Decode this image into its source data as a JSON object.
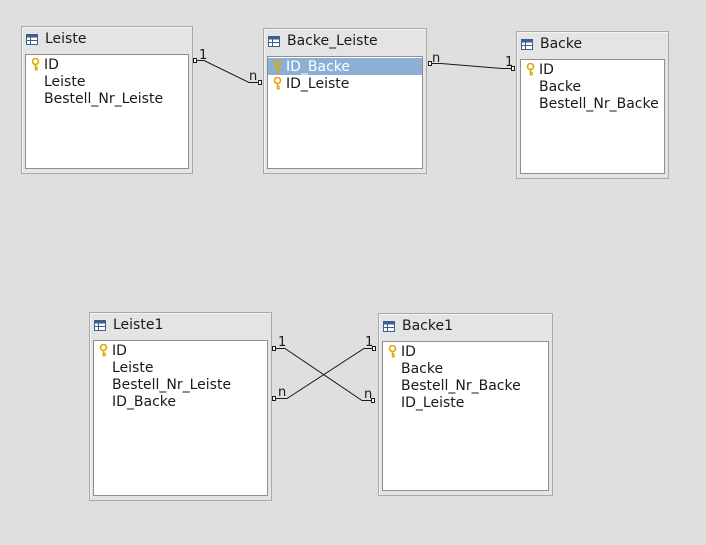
{
  "tables": [
    {
      "id": "leiste",
      "title": "Leiste",
      "fields": [
        {
          "name": "ID",
          "key": true,
          "selected": false
        },
        {
          "name": "Leiste",
          "key": false,
          "selected": false
        },
        {
          "name": "Bestell_Nr_Leiste",
          "key": false,
          "selected": false
        }
      ]
    },
    {
      "id": "backe-leiste",
      "title": "Backe_Leiste",
      "fields": [
        {
          "name": "ID_Backe",
          "key": true,
          "selected": true
        },
        {
          "name": "ID_Leiste",
          "key": true,
          "selected": false
        }
      ]
    },
    {
      "id": "backe",
      "title": "Backe",
      "fields": [
        {
          "name": "ID",
          "key": true,
          "selected": false
        },
        {
          "name": "Backe",
          "key": false,
          "selected": false
        },
        {
          "name": "Bestell_Nr_Backe",
          "key": false,
          "selected": false
        }
      ]
    },
    {
      "id": "leiste1",
      "title": "Leiste1",
      "fields": [
        {
          "name": "ID",
          "key": true,
          "selected": false
        },
        {
          "name": "Leiste",
          "key": false,
          "selected": false
        },
        {
          "name": "Bestell_Nr_Leiste",
          "key": false,
          "selected": false
        },
        {
          "name": "ID_Backe",
          "key": false,
          "selected": false
        }
      ]
    },
    {
      "id": "backe1",
      "title": "Backe1",
      "fields": [
        {
          "name": "ID",
          "key": true,
          "selected": false
        },
        {
          "name": "Backe",
          "key": false,
          "selected": false
        },
        {
          "name": "Bestell_Nr_Backe",
          "key": false,
          "selected": false
        },
        {
          "name": "ID_Leiste",
          "key": false,
          "selected": false
        }
      ]
    }
  ],
  "relations": [
    {
      "from": "Leiste.ID",
      "to": "Backe_Leiste.ID_Leiste",
      "from_card": "1",
      "to_card": "n"
    },
    {
      "from": "Backe_Leiste.ID_Backe",
      "to": "Backe.ID",
      "from_card": "n",
      "to_card": "1"
    },
    {
      "from": "Leiste1.ID",
      "to": "Backe1.ID_Leiste",
      "from_card": "1",
      "to_card": "n"
    },
    {
      "from": "Leiste1.ID_Backe",
      "to": "Backe1.ID",
      "from_card": "n",
      "to_card": "1"
    }
  ],
  "colors": {
    "background": "#dfdfdf",
    "selection": "#8cb0d5",
    "key_icon": "#e0a800"
  }
}
